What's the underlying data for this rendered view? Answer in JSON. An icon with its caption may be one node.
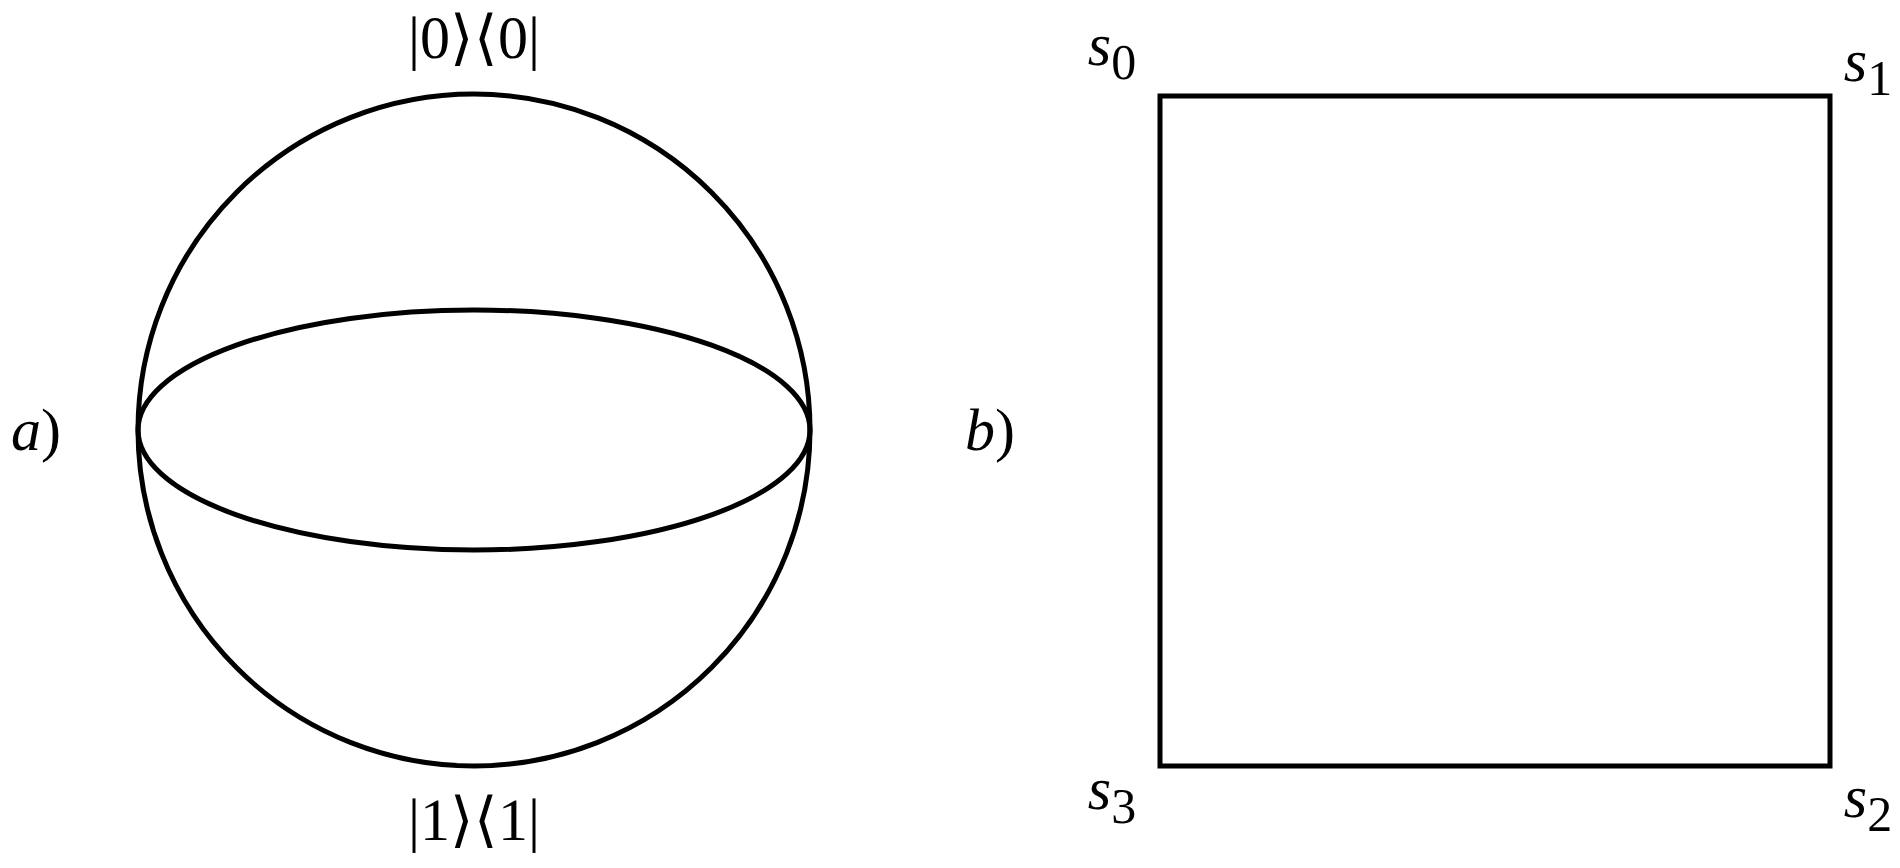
{
  "diagram": {
    "labels": [
      "|0⟩⟨0|",
      "*a*)",
      "|1⟩⟨1|",
      "*b*)",
      "*s*$_{0}$",
      "*s*$_{1}$",
      "*s*$_{3}$",
      "*s*$_{2}$"
    ]
  }
}
